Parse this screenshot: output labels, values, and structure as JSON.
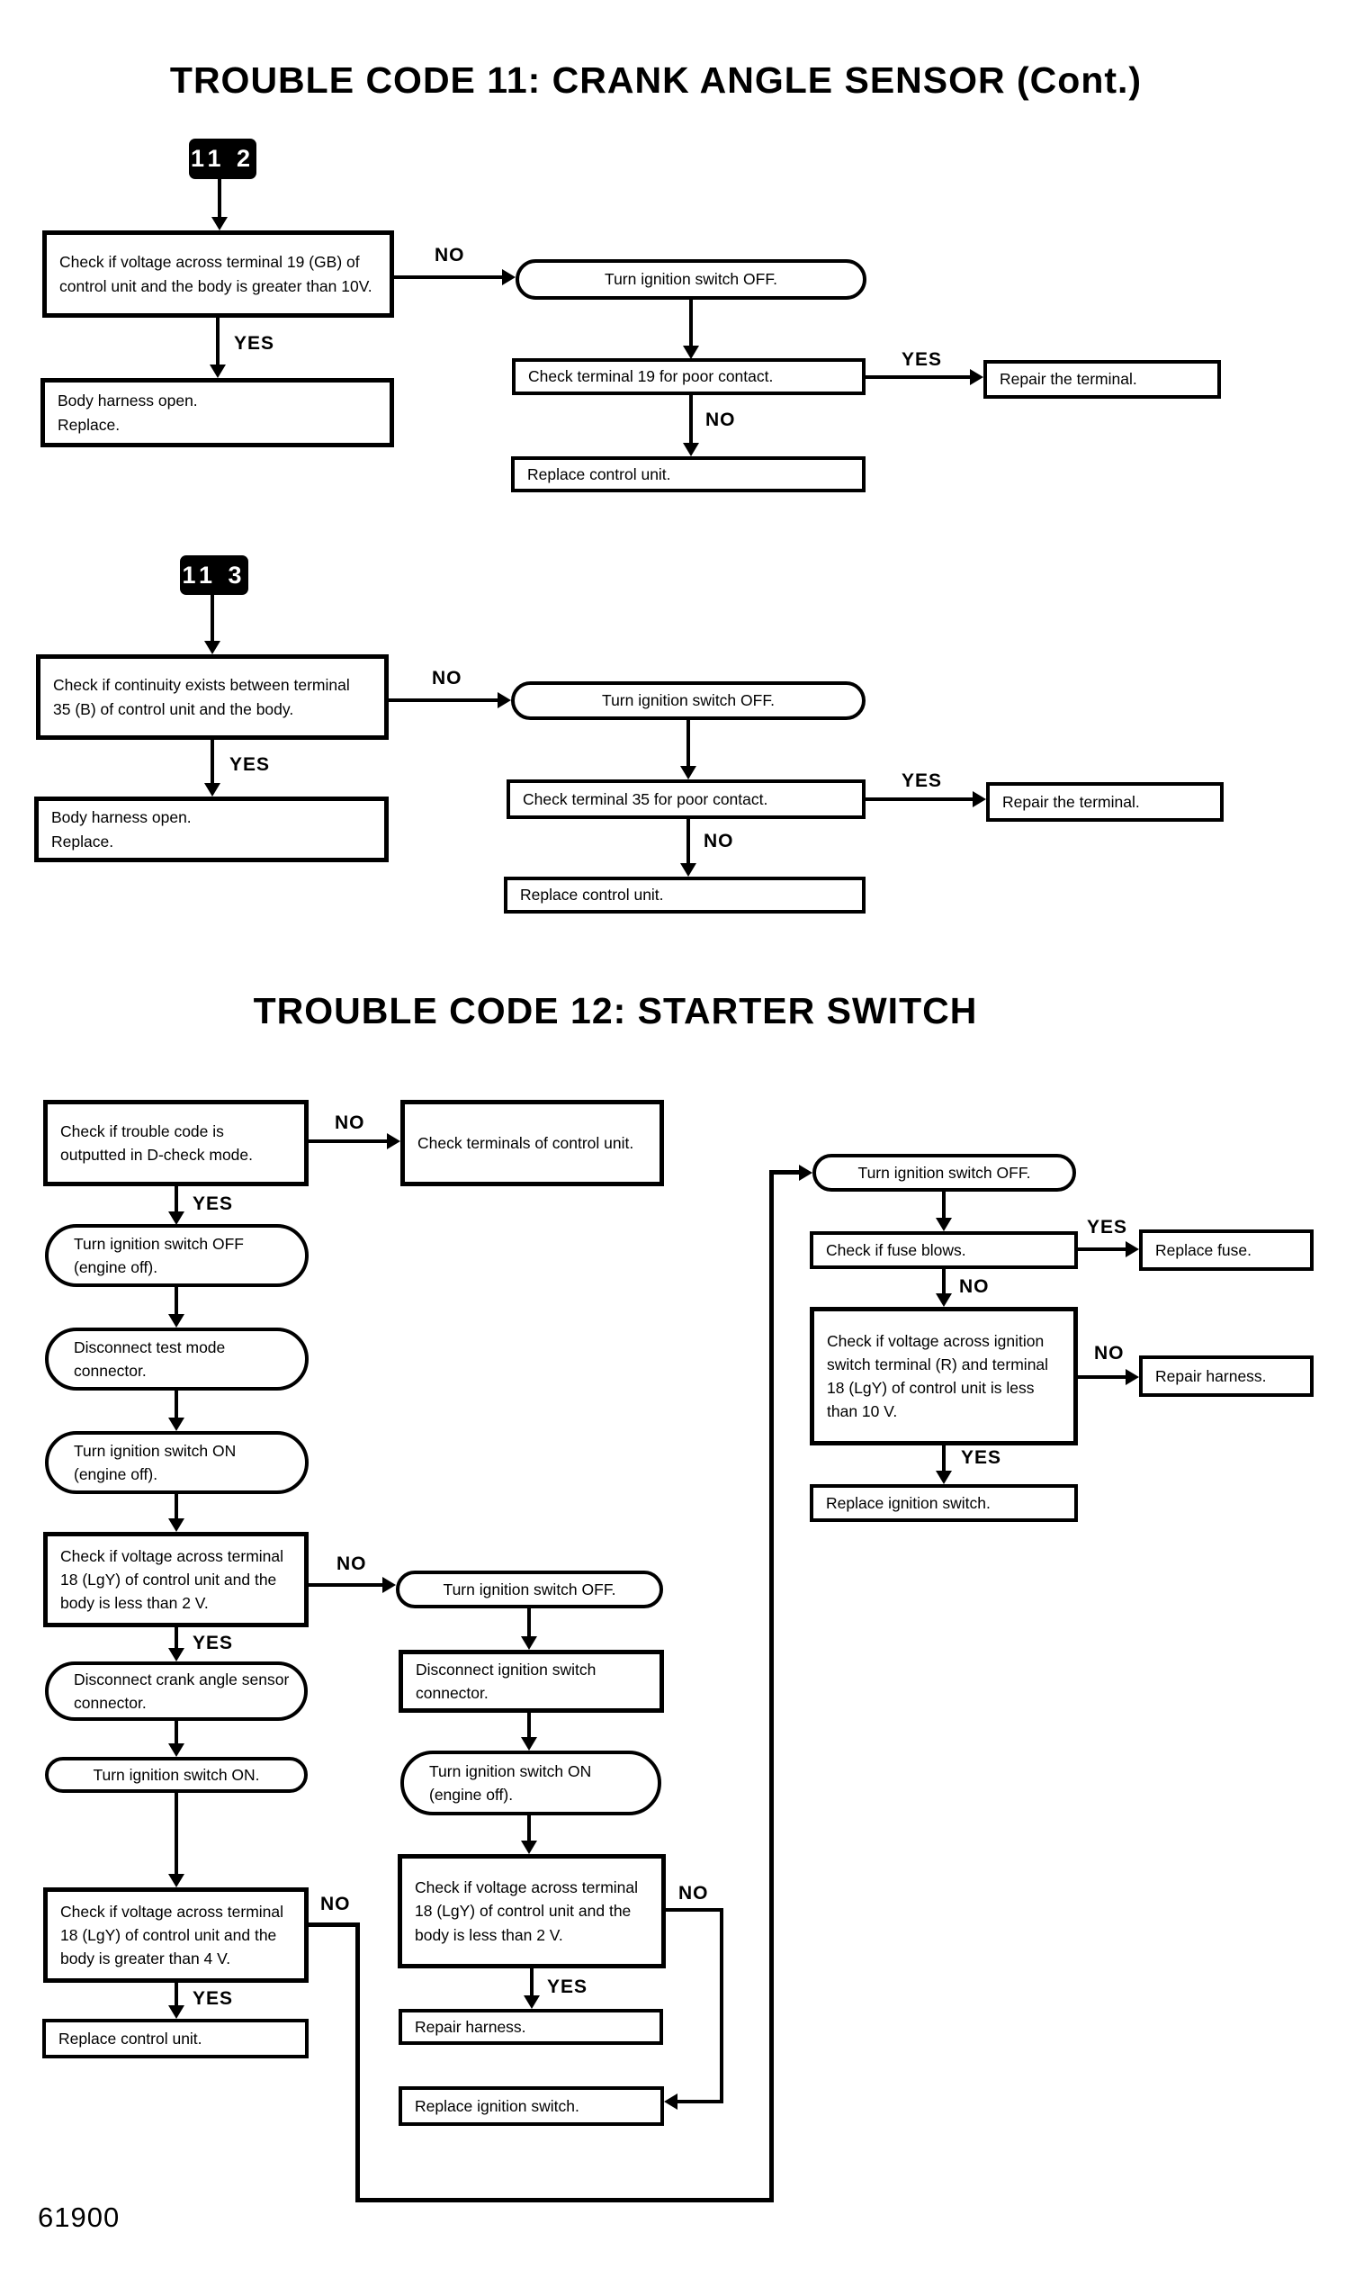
{
  "page": {
    "title_code_11": "TROUBLE CODE 11: CRANK ANGLE SENSOR (Cont.)",
    "title_code_12": "TROUBLE CODE 12: STARTER SWITCH",
    "figure_number": "61900"
  },
  "labels": {
    "yes": "YES",
    "no": "NO"
  },
  "colors": {
    "ink": "#000000",
    "paper": "#ffffff"
  },
  "section_11_2": {
    "badge": "11 2",
    "check_voltage_t19": "Check if voltage across terminal 19 (GB) of control unit and the body is greater than 10V.",
    "body_harness_open": "Body harness open.\nReplace.",
    "turn_ignition_off": "Turn ignition switch OFF.",
    "check_terminal_19": "Check terminal 19 for poor contact.",
    "repair_terminal": "Repair the terminal.",
    "replace_control_unit": "Replace control unit."
  },
  "section_11_3": {
    "badge": "11 3",
    "check_continuity_t35": "Check if continuity exists between terminal 35 (B) of control unit and the body.",
    "body_harness_open": "Body harness open.\nReplace.",
    "turn_ignition_off": "Turn ignition switch OFF.",
    "check_terminal_35": "Check terminal 35 for poor contact.",
    "repair_terminal": "Repair the terminal.",
    "replace_control_unit": "Replace control unit."
  },
  "section_12": {
    "left": {
      "check_trouble_code": "Check if trouble code is outputted in D-check mode.",
      "check_terminals_cu": "Check terminals of control unit.",
      "ign_off_engine_off": "Turn ignition switch OFF (engine off).",
      "disconnect_test_mode": "Disconnect test mode connector.",
      "ign_on_engine_off": "Turn ignition switch ON (engine off).",
      "check_v18_lt2": "Check if voltage across terminal 18 (LgY) of control unit and the body is less than 2 V.",
      "disconnect_crank_angle": "Disconnect crank angle sensor connector.",
      "ign_on": "Turn ignition switch ON.",
      "check_v18_gt4": "Check if voltage across terminal 18 (LgY) of control unit and the body is greater than 4 V.",
      "replace_control_unit": "Replace control unit."
    },
    "middle": {
      "turn_ignition_off": "Turn ignition switch OFF.",
      "disconnect_ign_connector": "Disconnect ignition switch connector.",
      "ign_on_engine_off": "Turn ignition switch ON (engine off).",
      "check_v18_lt2": "Check if voltage across terminal 18 (LgY) of control unit and the body is less than 2 V.",
      "repair_harness": "Repair harness.",
      "replace_ignition_switch": "Replace ignition switch."
    },
    "right": {
      "turn_ignition_off": "Turn ignition switch OFF.",
      "check_fuse": "Check if fuse blows.",
      "replace_fuse": "Replace fuse.",
      "check_v_ign_lt10": "Check if voltage across ignition switch terminal (R) and terminal 18 (LgY) of control unit is less than 10 V.",
      "repair_harness": "Repair harness.",
      "replace_ignition_switch": "Replace ignition switch."
    }
  }
}
